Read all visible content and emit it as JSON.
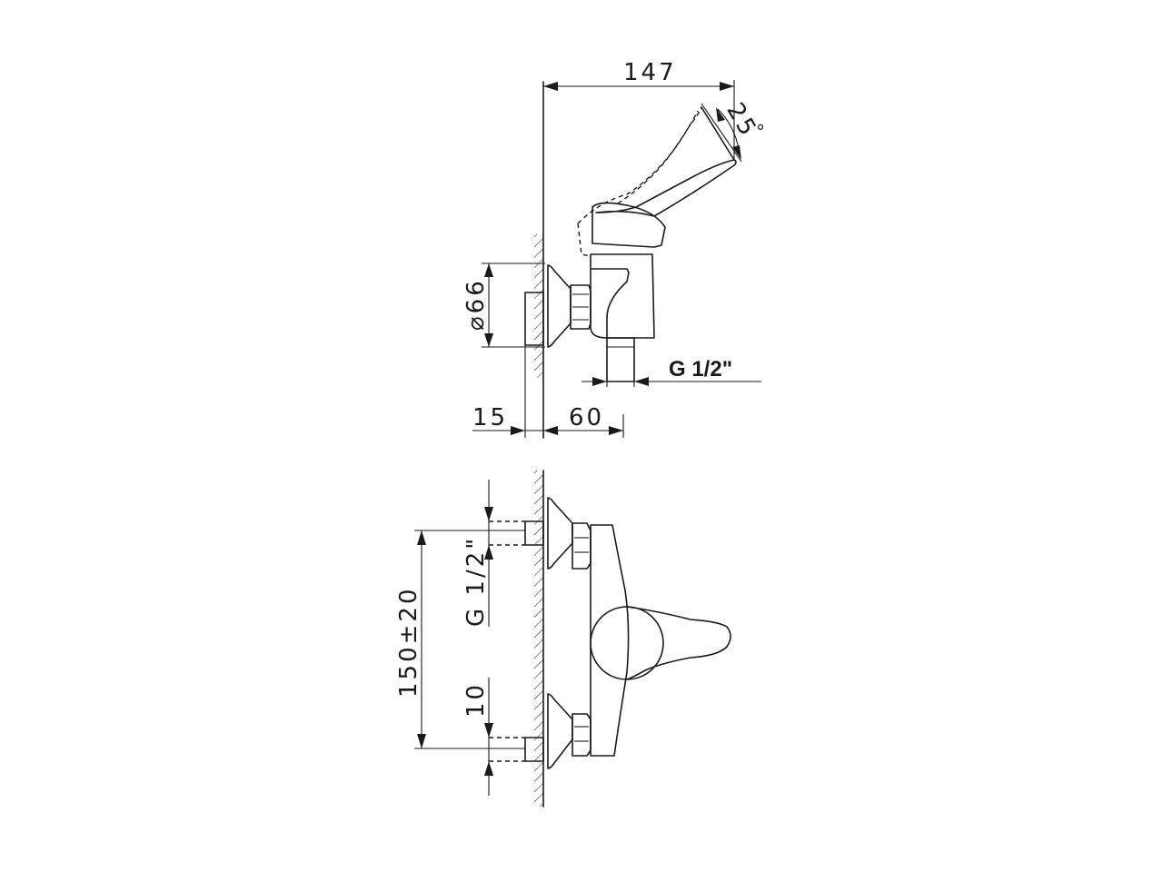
{
  "dimensions": {
    "overall_width": "147",
    "handle_angle": "25",
    "degree_symbol": "°",
    "flange_diameter": "⌀66",
    "outlet_thread": "G 1/2\"",
    "wall_offset": "15",
    "body_depth": "60",
    "inlet_thread": "G 1/2\"",
    "centre_distance": "150±20",
    "inlet_offset": "10"
  },
  "icons": [
    "hatched-wall",
    "mixer-body",
    "lever-handle",
    "flange",
    "hex-nut"
  ]
}
